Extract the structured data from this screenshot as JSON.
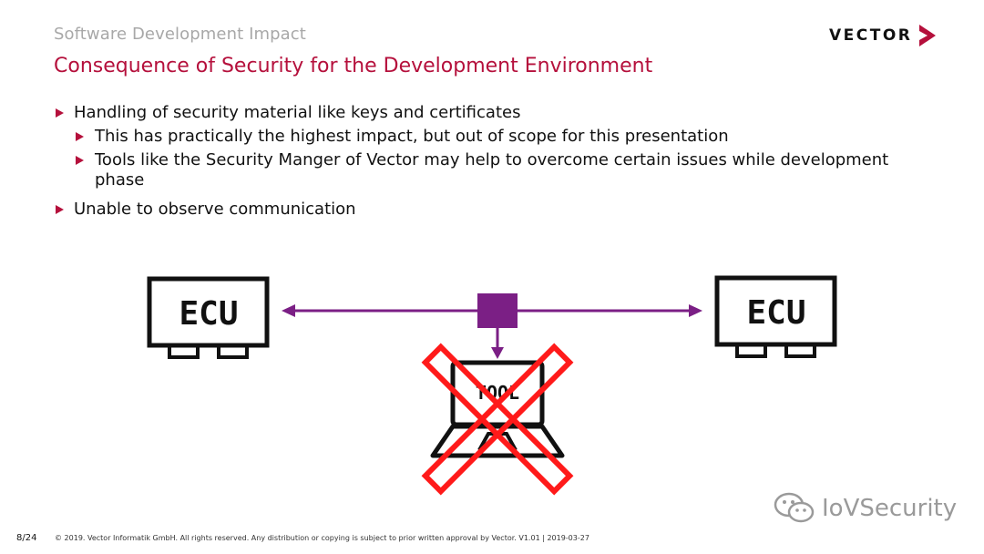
{
  "header": {
    "subtitle": "Software Development Impact",
    "title": "Consequence of Security for the Development Environment",
    "logo_text": "VECTOR"
  },
  "bullets": [
    {
      "level": 1,
      "text": "Handling of security material like keys and certificates"
    },
    {
      "level": 2,
      "text": "This has practically the highest impact, but out of scope for this presentation"
    },
    {
      "level": 2,
      "text": "Tools like the Security Manger of Vector may help to overcome certain issues while development phase"
    },
    {
      "level": 1,
      "text": "Unable to observe communication"
    }
  ],
  "diagram": {
    "ecu_left_label": "ECU",
    "ecu_right_label": "ECU",
    "tool_label": "TOOL",
    "colors": {
      "link": "#7b1f85",
      "cross": "#ff1a1a",
      "box": "#111111"
    }
  },
  "footer": {
    "page": "8/24",
    "copyright": "© 2019. Vector Informatik GmbH. All rights reserved. Any distribution or copying is subject to prior written approval by Vector. V1.01 | 2019-03-27"
  },
  "watermark": {
    "text": "IoVSecurity",
    "icon": "wechat-icon"
  }
}
